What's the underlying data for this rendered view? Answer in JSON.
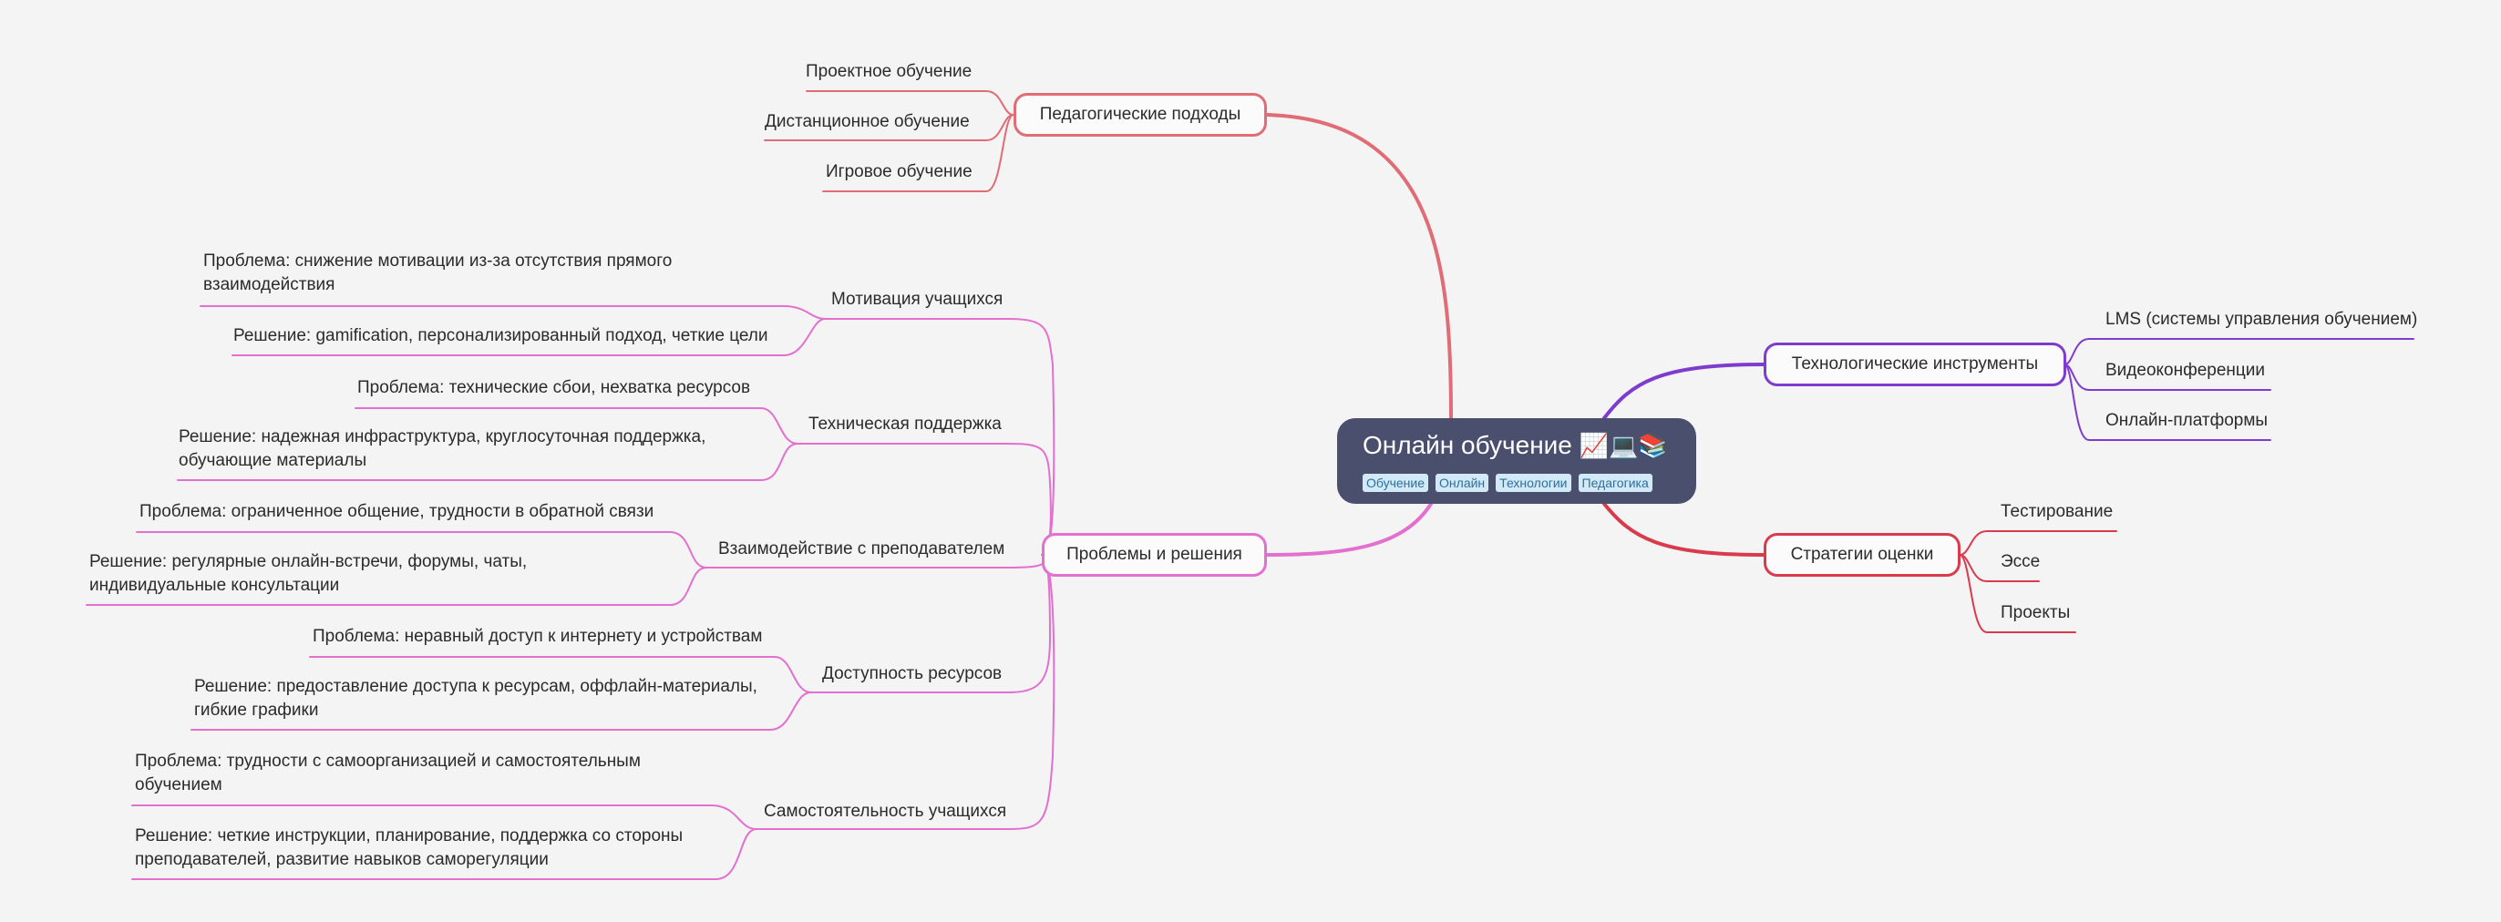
{
  "colors": {
    "background": "#f4f4f4",
    "root": "#4a4f6e",
    "pedagogy": "#e06c75",
    "tools": "#7e3ccf",
    "assessment": "#d93a4c",
    "problems": "#e36fcf"
  },
  "root": {
    "title": "Онлайн обучение",
    "icons": "📈💻📚",
    "tags": [
      "Обучение",
      "Онлайн",
      "Технологии",
      "Педагогика"
    ]
  },
  "pedagogy": {
    "label": "Педагогические подходы",
    "items": [
      "Проектное обучение",
      "Дистанционное обучение",
      "Игровое обучение"
    ]
  },
  "tools": {
    "label": "Технологические инструменты",
    "items": [
      "LMS (системы управления обучением)",
      "Видеоконференции",
      "Онлайн-платформы"
    ]
  },
  "assessment": {
    "label": "Стратегии оценки",
    "items": [
      "Тестирование",
      "Эссе",
      "Проекты"
    ]
  },
  "problems": {
    "label": "Проблемы и решения",
    "topics": [
      {
        "label": "Мотивация учащихся",
        "problem": [
          "Проблема: снижение мотивации из-за отсутствия прямого",
          "взаимодействия"
        ],
        "solution": [
          "Решение: gamification, персонализированный подход, четкие цели"
        ]
      },
      {
        "label": "Техническая поддержка",
        "problem": [
          "Проблема: технические сбои, нехватка ресурсов"
        ],
        "solution": [
          "Решение: надежная инфраструктура, круглосуточная поддержка,",
          "обучающие материалы"
        ]
      },
      {
        "label": "Взаимодействие с преподавателем",
        "problem": [
          "Проблема: ограниченное общение, трудности в обратной связи"
        ],
        "solution": [
          "Решение: регулярные онлайн-встречи, форумы, чаты,",
          "индивидуальные консультации"
        ]
      },
      {
        "label": "Доступность ресурсов",
        "problem": [
          "Проблема: неравный доступ к интернету и устройствам"
        ],
        "solution": [
          "Решение: предоставление доступа к ресурсам, оффлайн-материалы,",
          "гибкие графики"
        ]
      },
      {
        "label": "Самостоятельность учащихся",
        "problem": [
          "Проблема: трудности с самоорганизацией и самостоятельным",
          "обучением"
        ],
        "solution": [
          "Решение: четкие инструкции, планирование, поддержка со стороны",
          "преподавателей, развитие навыков саморегуляции"
        ]
      }
    ]
  }
}
